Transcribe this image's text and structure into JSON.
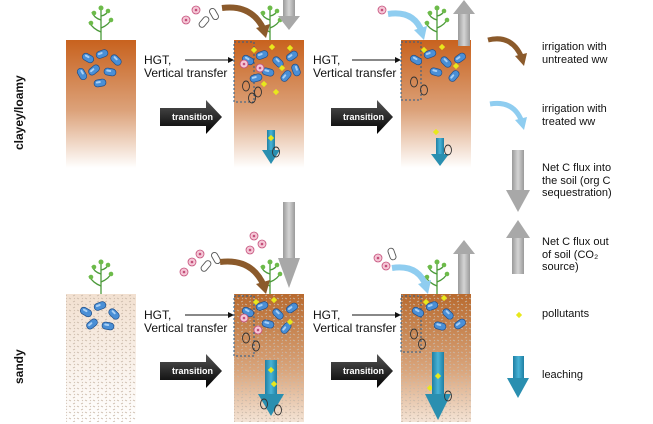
{
  "rows": {
    "top": "clayey/loamy",
    "bottom": "sandy"
  },
  "process_label": "HGT,\nVertical transfer",
  "transition_label": "transition",
  "legend": [
    {
      "id": "untreated",
      "text": "irrigation with\nuntreated ww",
      "icon": "brown-curved-arrow-icon",
      "color": "#8b5a2b"
    },
    {
      "id": "treated",
      "text": "irrigation with\ntreated ww",
      "icon": "light-blue-curved-arrow-icon",
      "color": "#7ec4ee"
    },
    {
      "id": "c_into",
      "text": "Net C flux into\nthe soil (org C\nsequestration)",
      "icon": "gray-down-arrow-icon",
      "color": "#b0b0b0"
    },
    {
      "id": "c_out",
      "text": "Net C flux out\nof soil (CO₂\nsource)",
      "icon": "gray-up-arrow-icon",
      "color": "#b0b0b0"
    },
    {
      "id": "pollutants",
      "text": "pollutants",
      "icon": "yellow-diamond-icon",
      "color": "#e6e61a"
    },
    {
      "id": "leaching",
      "text": "leaching",
      "icon": "teal-down-arrow-icon",
      "color": "#2a8fb0"
    }
  ]
}
